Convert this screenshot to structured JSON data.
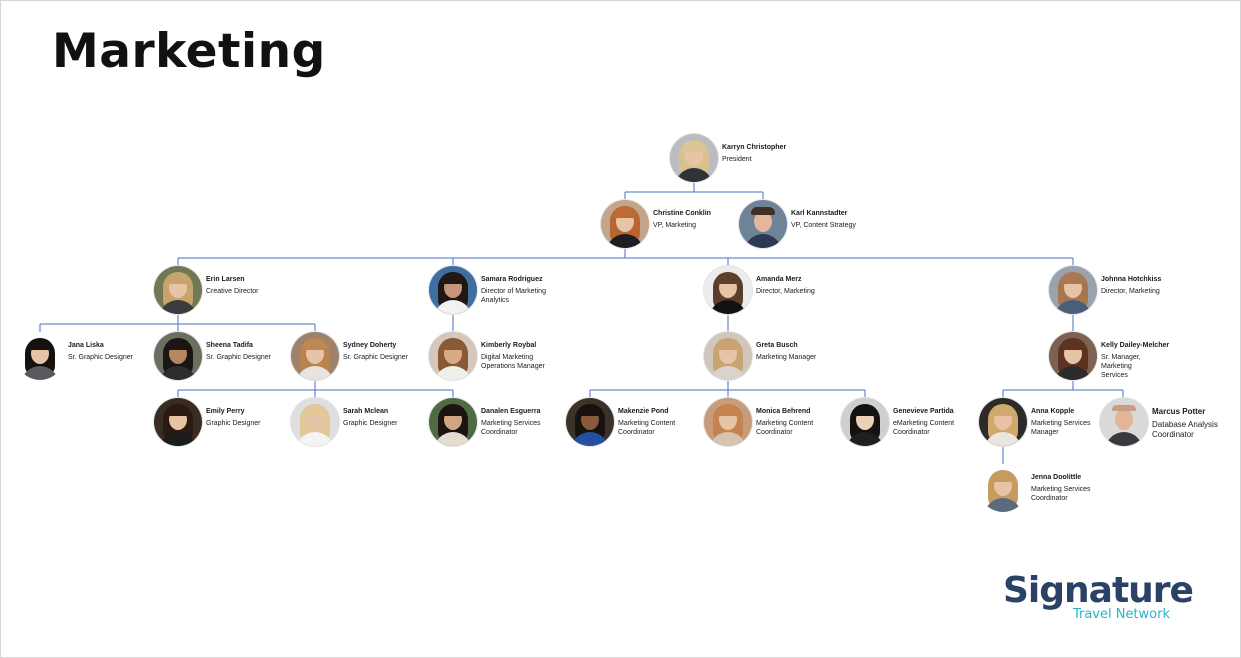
{
  "title": "Marketing",
  "logo": {
    "word": "Signature",
    "sub": "Travel Network",
    "word_color": "#2a4266",
    "sub_color": "#2bb3c8"
  },
  "colors": {
    "connector": "#4472c4"
  },
  "people": {
    "karryn": {
      "name": "Karryn Christopher",
      "role": "President"
    },
    "christine": {
      "name": "Christine Conklin",
      "role": "VP, Marketing"
    },
    "karl": {
      "name": "Karl Kannstadter",
      "role": "VP, Content Strategy"
    },
    "erin": {
      "name": "Erin Larsen",
      "role": "Creative Director"
    },
    "samara": {
      "name": "Samara Rodriguez",
      "role": "Director of Marketing\nAnalytics"
    },
    "amanda": {
      "name": "Amanda Merz",
      "role": "Director, Marketing"
    },
    "johnna": {
      "name": "Johnna Hotchkiss",
      "role": "Director, Marketing"
    },
    "jana": {
      "name": "Jana Liska",
      "role": "Sr. Graphic Designer"
    },
    "sheena": {
      "name": "Sheena Tadifa",
      "role": "Sr. Graphic Designer"
    },
    "sydney": {
      "name": "Sydney Doherty",
      "role": "Sr. Graphic Designer"
    },
    "kimberly": {
      "name": "Kimberly Roybal",
      "role": "Digital Marketing\nOperations Manager"
    },
    "greta": {
      "name": "Greta Busch",
      "role": "Marketing Manager"
    },
    "kelly": {
      "name": "Kelly Dailey-Melcher",
      "role": "Sr. Manager,\nMarketing\nServices"
    },
    "emily": {
      "name": "Emily Perry",
      "role": "Graphic Designer"
    },
    "sarah": {
      "name": "Sarah Mclean",
      "role": "Graphic Designer"
    },
    "danalen": {
      "name": "Danalen Esguerra",
      "role": "Marketing Services\nCoordinator"
    },
    "makenzie": {
      "name": "Makenzie Pond",
      "role": "Marketing Content\nCoordinator"
    },
    "monica": {
      "name": "Monica Behrend",
      "role": "Marketing Content\nCoordinator"
    },
    "genevieve": {
      "name": "Genevieve Partida",
      "role": "eMarketing Content\nCoordinator"
    },
    "anna": {
      "name": "Anna Kopple",
      "role": "Marketing Services\nManager"
    },
    "marcus": {
      "name": "Marcus Potter",
      "role": "Database Analysis\nCoordinator"
    },
    "jenna": {
      "name": "Jenna Doolittle",
      "role": "Marketing Services\nCoordinator"
    }
  }
}
